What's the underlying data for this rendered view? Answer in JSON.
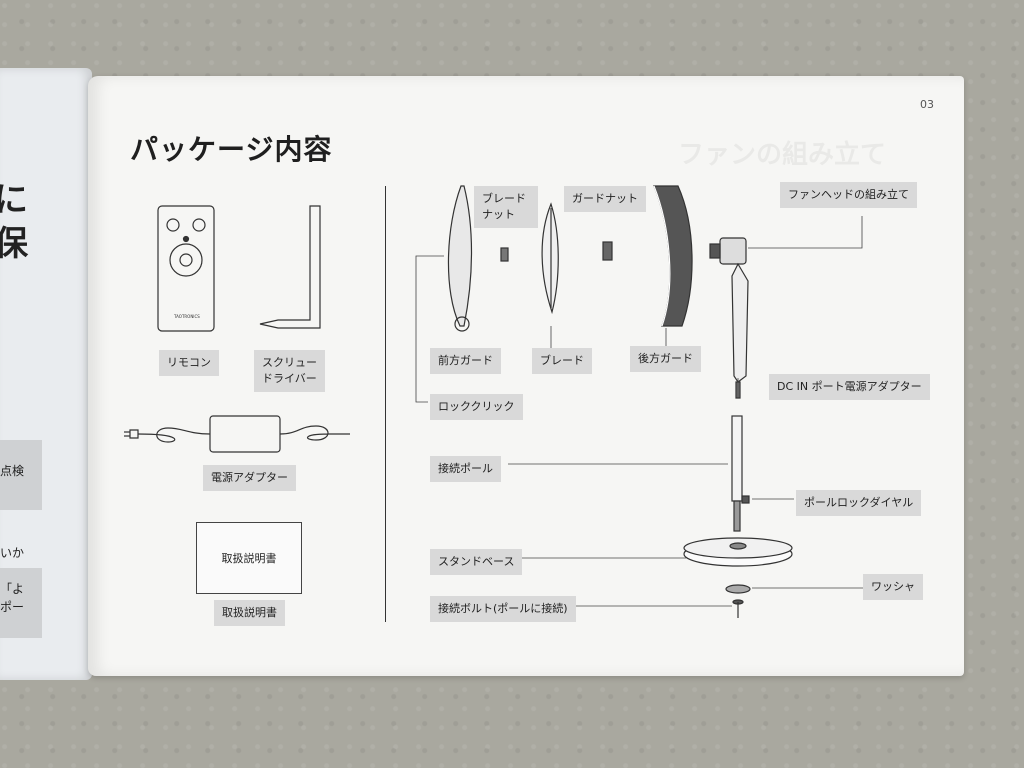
{
  "page_number": "03",
  "title": "パッケージ内容",
  "ghost_title": "ファンの組み立て",
  "left_page": {
    "big_chars": [
      "に",
      "保"
    ],
    "fragments": [
      "点検",
      "いか",
      "「よ",
      "ポー"
    ]
  },
  "package_items": {
    "remote": "リモコン",
    "screwdriver": "スクリュー\nドライバー",
    "adapter": "電源アダプター",
    "manual_box": "取扱説明書",
    "manual": "取扱説明書",
    "remote_brand": "TAOTRONICS"
  },
  "assembly_labels": {
    "blade_nut": "ブレード\nナット",
    "guard_nut": "ガードナット",
    "fan_head": "ファンヘッドの組み立て",
    "front_guard": "前方ガード",
    "blade": "ブレード",
    "rear_guard": "後方ガード",
    "dc_in": "DC IN ポート電源アダプター",
    "lock_click": "ロッククリック",
    "pole": "接続ポール",
    "pole_lock": "ポールロックダイヤル",
    "stand_base": "スタンドベース",
    "washer": "ワッシャ",
    "bolt": "接続ボルト(ポールに接続)"
  }
}
